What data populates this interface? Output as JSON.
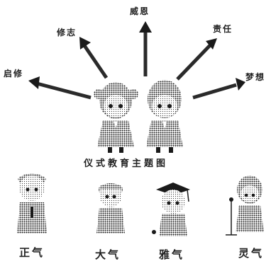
{
  "diagram": {
    "outer_labels": [
      "修志",
      "威恩",
      "责任",
      "启修",
      "梦想"
    ],
    "center_caption": "仪式教育主题图",
    "bottom_labels": [
      "正气",
      "大气",
      "雅气",
      "灵气"
    ],
    "colors": {
      "ink": "#1a1a1a",
      "halftone": "#555555",
      "paper": "#ffffff"
    }
  }
}
